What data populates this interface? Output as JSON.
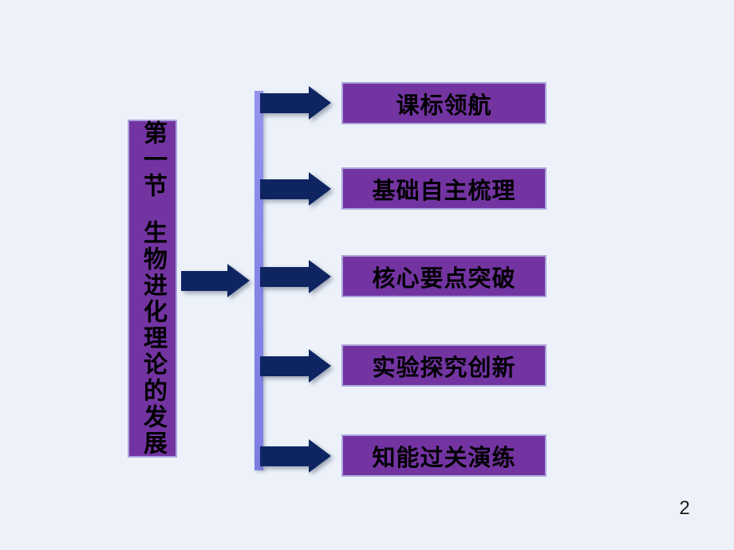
{
  "slide": {
    "page_number": "2"
  },
  "colors": {
    "background": "#EDF2FA",
    "node_fill": "#7334A2",
    "node_border": "#ABA3DB",
    "arrow_navy": "#0E2562",
    "connector_periwinkle": "#8686E8",
    "text": "#000000"
  },
  "diagram": {
    "root": {
      "part1": "第一节",
      "part2": "生物进化理论的发展"
    },
    "branches": [
      {
        "label": "课标领航"
      },
      {
        "label": "基础自主梳理"
      },
      {
        "label": "核心要点突破"
      },
      {
        "label": "实验探究创新"
      },
      {
        "label": "知能过关演练"
      }
    ]
  }
}
